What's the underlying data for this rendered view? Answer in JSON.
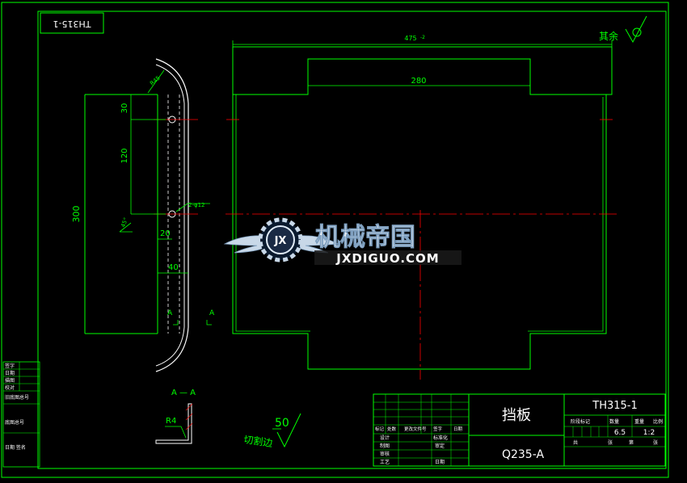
{
  "drawing_number_rotated": "TH315-1",
  "surface_finish_note": "其余",
  "views": {
    "main": {
      "dimensions": {
        "overall_width": "475",
        "overall_width_tol": "-2",
        "inner_width": "280"
      }
    },
    "side": {
      "dimensions": {
        "total_height": "300",
        "top_offset": "30",
        "hole_spacing": "120",
        "hole_spec": "2-φ12",
        "edge_offset": "20",
        "bottom_offset": "40",
        "radius": "R45",
        "chamfer": "45°"
      },
      "section_marks": [
        "A",
        "A"
      ]
    },
    "section": {
      "title": "A — A",
      "radius": "R4"
    },
    "cut_note": {
      "text": "切割边",
      "roughness": "50"
    }
  },
  "watermark": {
    "brand_cn": "机械帝国",
    "brand_en": "JXDIGUO.COM",
    "logo_letters": "JX"
  },
  "left_margin_table": [
    "签字",
    "日期",
    "描图",
    "校对",
    "旧底图总号",
    "底图总号",
    "日期 签名"
  ],
  "title_block": {
    "part_name": "挡板",
    "material": "Q235-A",
    "drawing_number": "TH315-1",
    "stage_headers": [
      "阶段标记",
      "数量",
      "重量",
      "比例"
    ],
    "weight": "6.5",
    "scale": "1:2",
    "sheet_row": [
      "共",
      "张",
      "第",
      "张"
    ],
    "revision_headers": [
      "标记",
      "处数",
      "更改文件号",
      "签字",
      "日期"
    ],
    "sign_rows": [
      "设计",
      "制图",
      "审核",
      "工艺"
    ],
    "sign_right": [
      "标准化",
      "审定",
      "日期"
    ]
  }
}
